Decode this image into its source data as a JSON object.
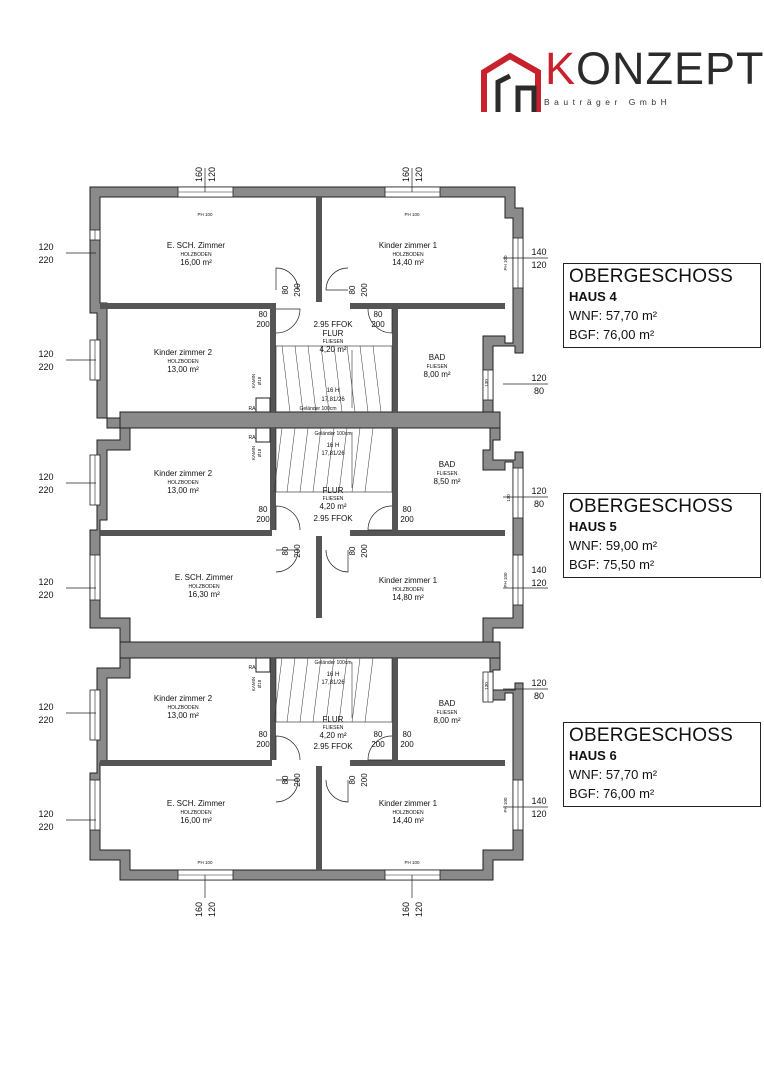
{
  "logo": {
    "brand": "KONZEPT",
    "first_letter": "K",
    "rest": "ONZEPT",
    "subtitle": "Bauträger GmbH"
  },
  "houses": [
    {
      "heading": "OBERGESCHOSS",
      "name": "HAUS 4",
      "wnf": "WNF: 57,70 m²",
      "bgf": "BGF: 76,00 m²"
    },
    {
      "heading": "OBERGESCHOSS",
      "name": "HAUS 5",
      "wnf": "WNF: 59,00 m²",
      "bgf": "BGF: 75,50 m²"
    },
    {
      "heading": "OBERGESCHOSS",
      "name": "HAUS 6",
      "wnf": "WNF: 57,70 m²",
      "bgf": "BGF: 76,00 m²"
    }
  ],
  "rooms": {
    "h4_eltern": {
      "name": "E. SCH. Zimmer",
      "floor": "HOLZBODEN",
      "area": "16,00 m²"
    },
    "h4_kind1": {
      "name": "Kinder zimmer 1",
      "floor": "HOLZBODEN",
      "area": "14,40 m²"
    },
    "h4_kind2": {
      "name": "Kinder zimmer 2",
      "floor": "HOLZBODEN",
      "area": "13,00 m²"
    },
    "h4_flur": {
      "name": "FLUR",
      "floor": "FLIESEN",
      "area": "4,20 m²",
      "level": "2.95 FFOK"
    },
    "h4_bad": {
      "name": "BAD",
      "floor": "FLIESEN",
      "area": "8,00 m²"
    },
    "h5_kind2": {
      "name": "Kinder zimmer 2",
      "floor": "HOLZBODEN",
      "area": "13,00 m²"
    },
    "h5_bad": {
      "name": "BAD",
      "floor": "FLIESEN",
      "area": "8,50 m²"
    },
    "h5_flur": {
      "name": "FLUR",
      "floor": "FLIESEN",
      "area": "4,20 m²",
      "level": "2.95 FFOK"
    },
    "h5_eltern": {
      "name": "E. SCH. Zimmer",
      "floor": "HOLZBODEN",
      "area": "16,30 m²"
    },
    "h5_kind1": {
      "name": "Kinder zimmer 1",
      "floor": "HOLZBODEN",
      "area": "14,80 m²"
    },
    "h6_kind2": {
      "name": "Kinder zimmer 2",
      "floor": "HOLZBODEN",
      "area": "13,00 m²"
    },
    "h6_bad": {
      "name": "BAD",
      "floor": "FLIESEN",
      "area": "8,00 m²"
    },
    "h6_flur": {
      "name": "FLUR",
      "floor": "FLIESEN",
      "area": "4,20 m²",
      "level": "2.95 FFOK"
    },
    "h6_eltern": {
      "name": "E. SCH. Zimmer",
      "floor": "HOLZBODEN",
      "area": "16,00 m²"
    },
    "h6_kind1": {
      "name": "Kinder zimmer 1",
      "floor": "HOLZBODEN",
      "area": "14,40 m²"
    }
  },
  "stairs": {
    "steps": "16 H",
    "ratio": "17,81/26",
    "railing": "Geländer 100cm"
  },
  "labels": {
    "kamin": "KAMIN",
    "kamin_dim": "Ø18",
    "rauch": "RA",
    "ph": "PH 100"
  },
  "dimensions": {
    "w160": "160",
    "w120": "120",
    "w220": "220",
    "w140": "140",
    "w80": "80",
    "w200": "200",
    "w130": "130"
  }
}
